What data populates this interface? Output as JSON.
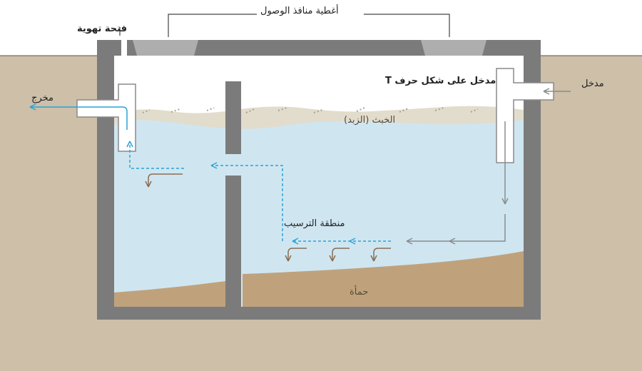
{
  "labels": {
    "access_covers": "أغطية منافذ الوصول",
    "vent": "فتحة تهوية",
    "t_inlet": "مدخل على شكل حرف T",
    "inlet": "مدخل",
    "outlet": "مخرج",
    "scum": "الخبث (الزبد)",
    "settling_zone": "منطقة الترسيب",
    "sludge": "حمأة"
  },
  "colors": {
    "soil": "#cdbfa8",
    "concrete": "#7b7b7b",
    "water": "#cfe6f1",
    "sludge": "#bfa27c",
    "scum": "#e2dccd",
    "pipe": "#ffffff",
    "flow_arrow_blue": "#2aa3d6",
    "flow_arrow_grey": "#8c8c8c",
    "sludge_arrow": "#8a6d52",
    "cover": "#aeaeae"
  }
}
